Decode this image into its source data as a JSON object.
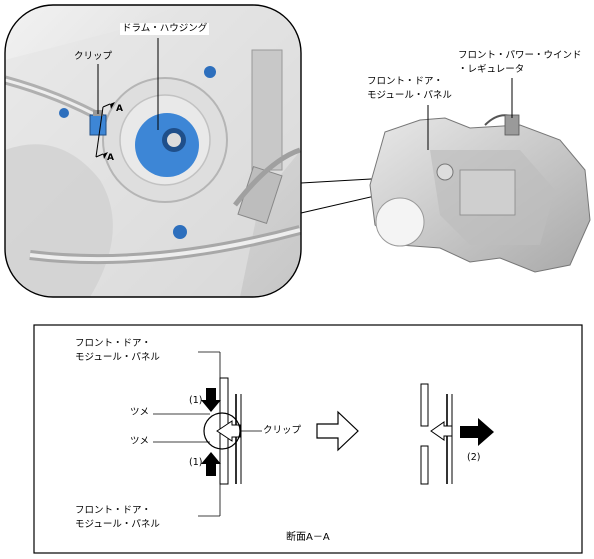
{
  "top_figure": {
    "drum_housing_label": "ドラム・ハウジング",
    "clip_label": "クリップ",
    "section_marker": "A",
    "front_door_module_panel_label": [
      "フロント・ドア・",
      "モジュール・パネル"
    ],
    "front_power_window_regulator_label": [
      "フロント・パワー・ウインド",
      "・レギュレータ"
    ]
  },
  "section_figure": {
    "panel_label_top": [
      "フロント・ドア・",
      "モジュール・パネル"
    ],
    "panel_label_bottom": [
      "フロント・ドア・",
      "モジュール・パネル"
    ],
    "claw_label_upper": "ツメ",
    "claw_label_lower": "ツメ",
    "clip_label": "クリップ",
    "step1_label_top": "(1)",
    "step1_label_bottom": "(1)",
    "step2_label": "(2)",
    "caption": "断面A－A"
  },
  "colors": {
    "clip_blue": "#3d86d6",
    "panel_gray": "#d8d8d8",
    "line": "#000000"
  }
}
